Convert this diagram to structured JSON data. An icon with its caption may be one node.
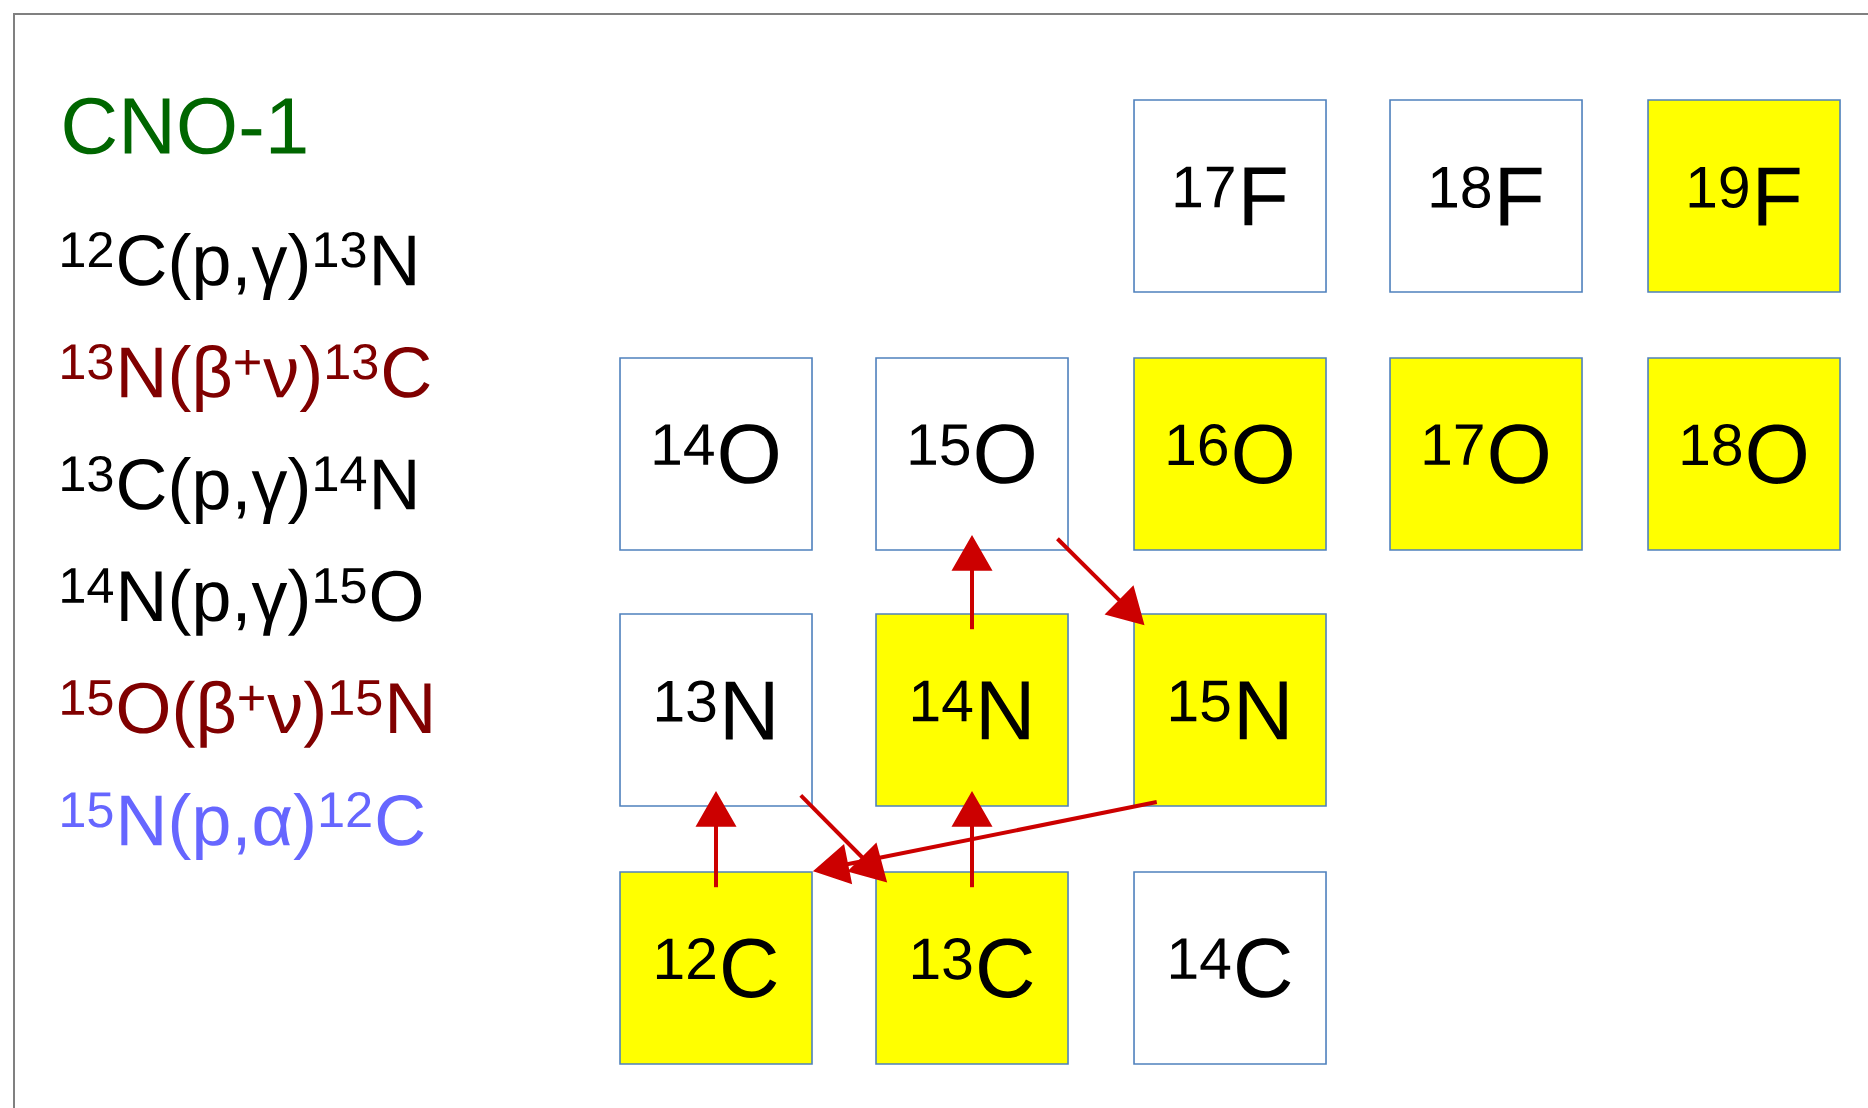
{
  "diagram": {
    "title": "CNO-1",
    "nodes": [
      {
        "text": [
          "$^{17}$F"
        ]
      },
      {
        "text": [
          "$^{18}$F"
        ]
      },
      {
        "text": [
          "$^{19}$F"
        ]
      },
      {
        "text": [
          "$^{14}$O"
        ]
      },
      {
        "text": [
          "$^{15}$O"
        ]
      },
      {
        "text": [
          "$^{16}$O"
        ]
      },
      {
        "text": [
          "$^{17}$O"
        ]
      },
      {
        "text": [
          "$^{18}$O"
        ]
      },
      {
        "text": [
          "$^{13}$N"
        ]
      },
      {
        "text": [
          "$^{14}$N"
        ]
      },
      {
        "text": [
          "$^{15}$N"
        ]
      },
      {
        "text": [
          "$^{12}$C"
        ]
      },
      {
        "text": [
          "$^{13}$C"
        ]
      },
      {
        "text": [
          "$^{14}$C"
        ]
      }
    ],
    "edges": [
      {
        "from": 11,
        "to": 8,
        "arrow": "to"
      },
      {
        "from": 8,
        "to": 12,
        "arrow": "to"
      },
      {
        "from": 12,
        "to": 9,
        "arrow": "to"
      },
      {
        "from": 9,
        "to": 4,
        "arrow": "to"
      },
      {
        "from": 4,
        "to": 10,
        "arrow": "to"
      },
      {
        "from": 10,
        "to": 11,
        "arrow": "to"
      }
    ],
    "labels": [
      "$^{12}$C(p,γ)$^{13}$N",
      "$^{13}$N(β$^{+}$ν)$^{13}$C",
      "$^{13}$C(p,γ)$^{14}$N",
      "$^{14}$N(p,γ)$^{15}$O",
      "$^{15}$O(β$^{+}$ν)$^{15}$N",
      "$^{15}$N(p,α)$^{12}$C"
    ]
  }
}
